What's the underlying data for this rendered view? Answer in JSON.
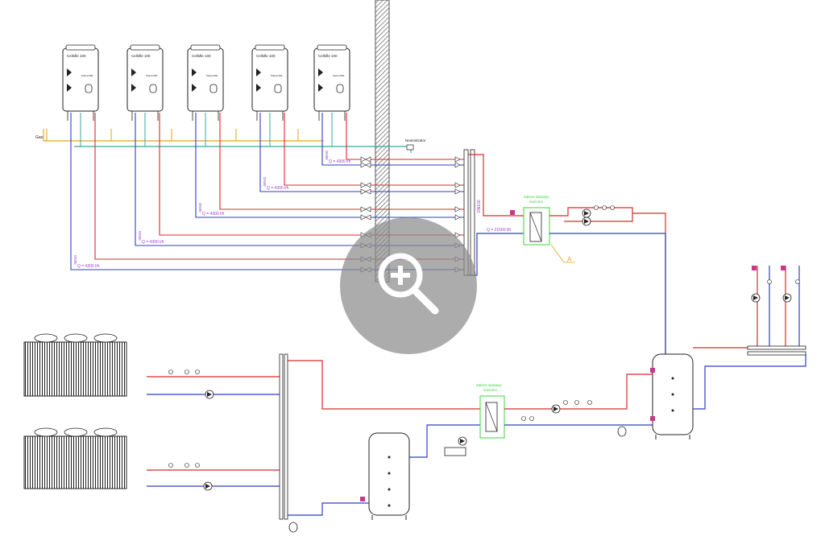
{
  "boilers": {
    "model_label": "Cellsfle 100",
    "count": 5,
    "panel_label": "Stelna 500"
  },
  "gas_label": "Gas",
  "neutraliser_label": "Neutralizator",
  "flow_labels": {
    "boiler_flow": "Q = 4300 l/h",
    "total_flow": "Q = 21500 l/h"
  },
  "pipe_labels": {
    "dn50": "DN50",
    "dn80": "DN80",
    "dn100": "DN100"
  },
  "heat_exchangers": {
    "top": {
      "line1": "Zakres dostawy",
      "line2": "Gazomo"
    },
    "bottom": {
      "line1": "Zakres dostawy",
      "line2": "Gazomo"
    }
  },
  "callout_label": "A",
  "colors": {
    "supply": "#d92b2b",
    "return": "#2f3fc4",
    "gas": "#e3a21c",
    "condensate": "#3aa7a0",
    "annotation": "#9b3fc8",
    "delivery_scope": "#3fd33f",
    "equipment": "#222222",
    "wall": "#555555"
  },
  "overlay": {
    "icon": "magnify-plus-icon"
  }
}
